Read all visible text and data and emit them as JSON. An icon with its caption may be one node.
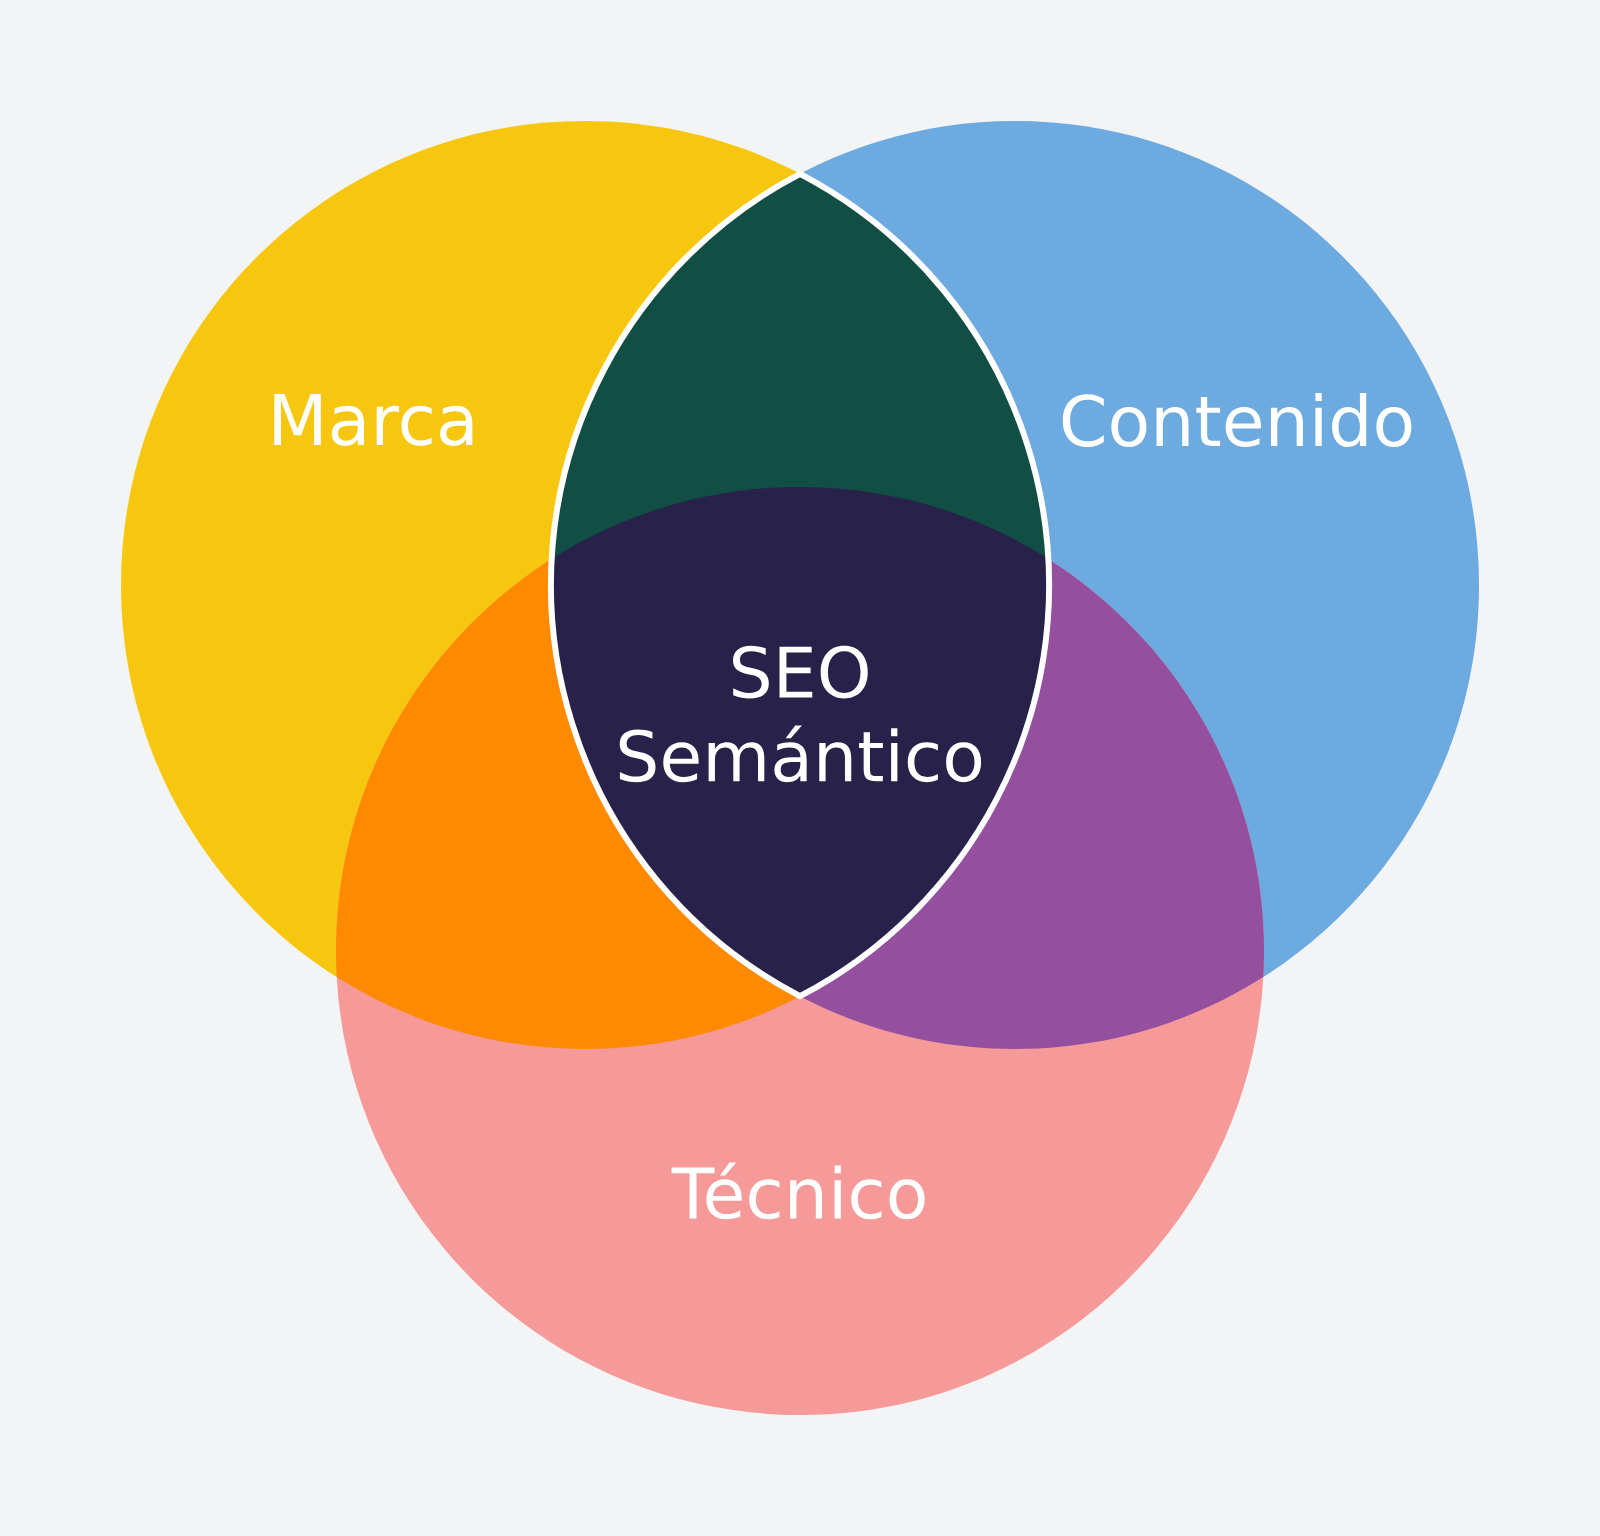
{
  "diagram": {
    "nodes": [
      {
        "text": [
          "Marca"
        ]
      },
      {
        "text": [
          "Contenido"
        ]
      },
      {
        "text": [
          "Técnico"
        ]
      },
      {
        "text": [
          "SEO Semántico"
        ]
      }
    ]
  }
}
